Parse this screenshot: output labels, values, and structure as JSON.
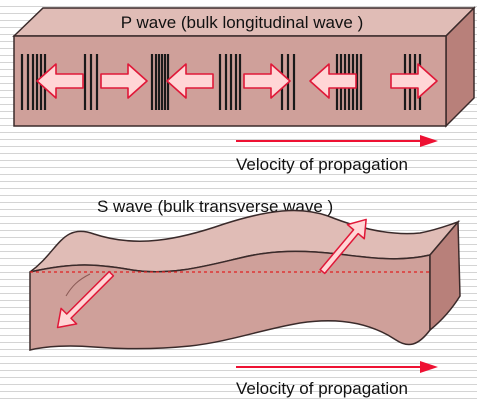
{
  "p_wave": {
    "title": "P  wave   (bulk longitudinal wave )",
    "velocity_label": "Velocity of propagation",
    "arrow_directions": [
      "left",
      "right",
      "left",
      "right",
      "left",
      "right"
    ]
  },
  "s_wave": {
    "title": "S  wave   (bulk transverse wave )",
    "velocity_label": "Velocity of propagation"
  },
  "colors": {
    "block_face": "#cfa09a",
    "block_top": "#e0bcb6",
    "block_side": "#b8807a",
    "outline": "#3a2a2a",
    "arrow_fill": "#ffd6d6",
    "arrow_stroke": "#e01838",
    "velocity_arrow": "#ee1133",
    "midline": "#e02020"
  }
}
